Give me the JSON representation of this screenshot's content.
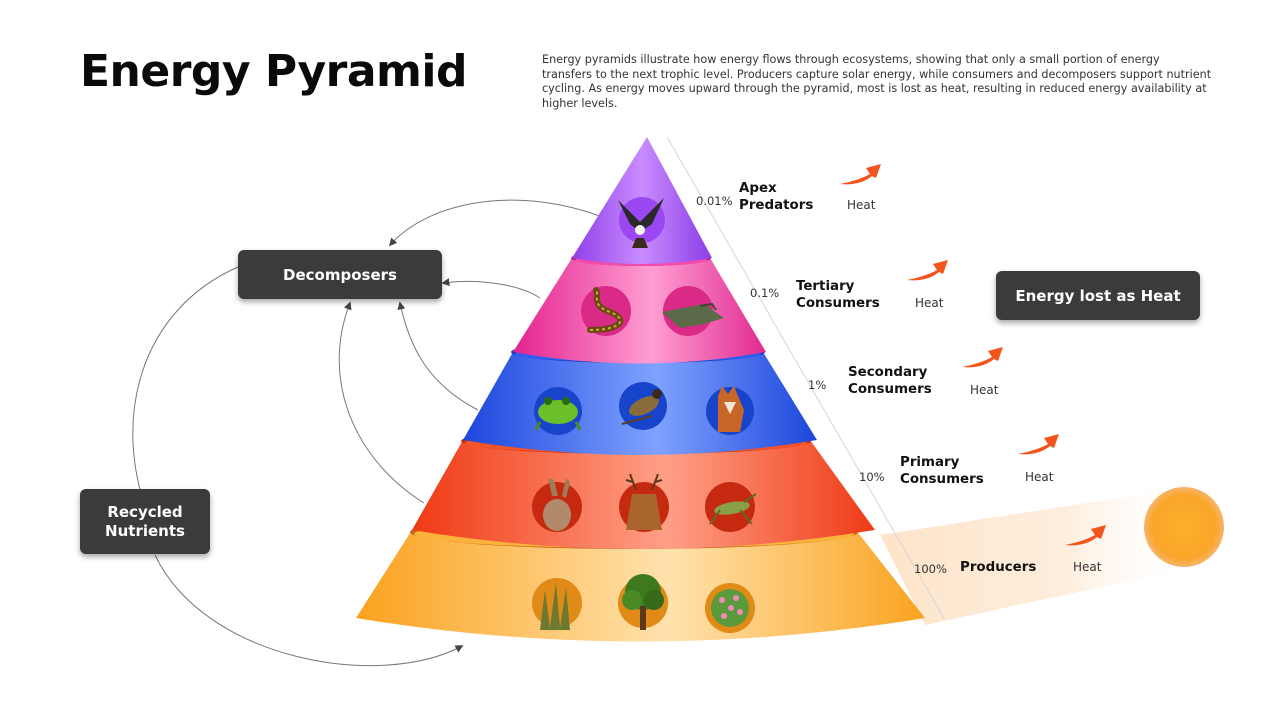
{
  "title": "Energy Pyramid",
  "description": "Energy pyramids illustrate how energy flows through ecosystems, showing that only a small portion of energy transfers to the next trophic level. Producers capture solar energy, while consumers and decomposers support nutrient cycling. As energy moves upward through the pyramid, most is lost as heat, resulting in reduced energy availability at higher levels.",
  "boxes": {
    "decomposers": "Decomposers",
    "energy_lost": "Energy lost as Heat",
    "recycled": "Recycled\nNutrients"
  },
  "levels": [
    {
      "name": "Apex\nPredators",
      "percent": "0.01%",
      "heat": "Heat",
      "color": "#a75af3"
    },
    {
      "name": "Tertiary\nConsumers",
      "percent": "0.1%",
      "heat": "Heat",
      "color": "#f43fa8"
    },
    {
      "name": "Secondary\nConsumers",
      "percent": "1%",
      "heat": "Heat",
      "color": "#2c5cf0"
    },
    {
      "name": "Primary\nConsumers",
      "percent": "10%",
      "heat": "Heat",
      "color": "#f5461f"
    },
    {
      "name": "Producers",
      "percent": "100%",
      "heat": "Heat",
      "color": "#fcae2c"
    }
  ],
  "icons": {
    "apex": [
      "eagle-icon"
    ],
    "tertiary": [
      "snake-icon",
      "crocodile-icon"
    ],
    "secondary": [
      "frog-icon",
      "bird-icon",
      "fox-icon"
    ],
    "primary": [
      "rabbit-icon",
      "deer-icon",
      "grasshopper-icon"
    ],
    "producers": [
      "grass-icon",
      "tree-icon",
      "flower-bush-icon"
    ]
  },
  "colors": {
    "sun": "#fca82a",
    "heat_arrow": "#f2541b",
    "box_bg": "#3b3b3b"
  }
}
